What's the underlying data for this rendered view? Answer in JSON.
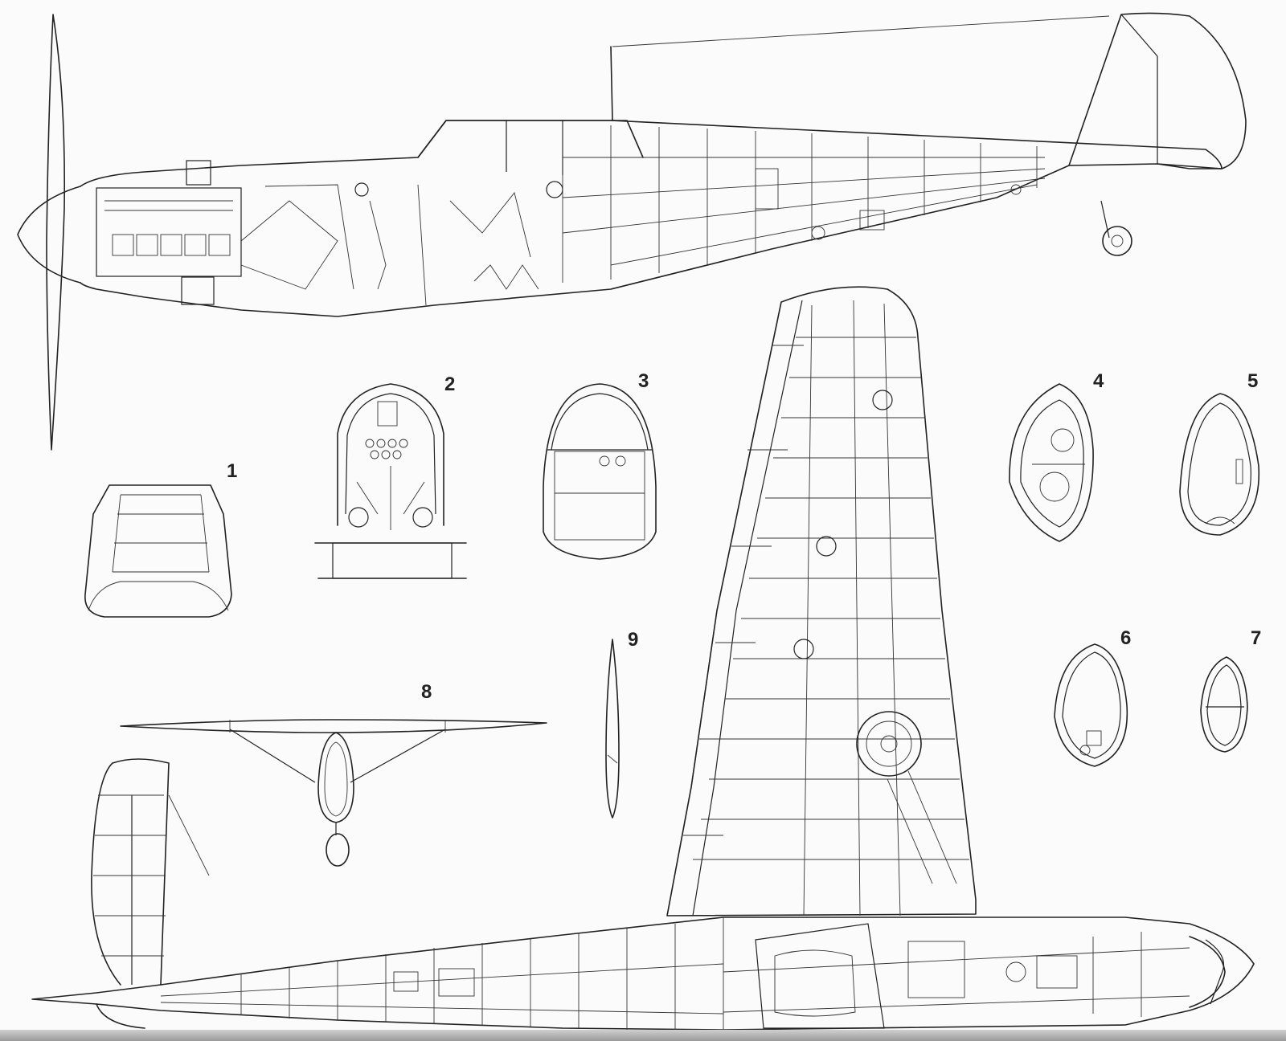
{
  "callouts": [
    {
      "id": "1",
      "label": "1"
    },
    {
      "id": "2",
      "label": "2"
    },
    {
      "id": "3",
      "label": "3"
    },
    {
      "id": "4",
      "label": "4"
    },
    {
      "id": "5",
      "label": "5"
    },
    {
      "id": "6",
      "label": "6"
    },
    {
      "id": "7",
      "label": "7"
    },
    {
      "id": "8",
      "label": "8"
    },
    {
      "id": "9",
      "label": "9"
    }
  ],
  "colors": {
    "paper": "#fbfbfb",
    "ink": "#222222"
  }
}
